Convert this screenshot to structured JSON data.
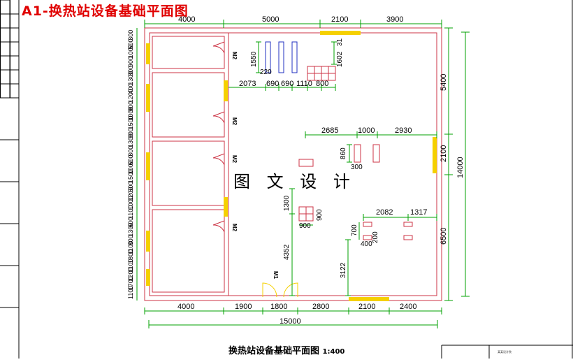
{
  "title_top": "A1-换热站设备基础平面图",
  "title_bottom": "换热站设备基础平面图",
  "scale": "1:400",
  "watermark": "图 文 设 计",
  "stamp_text": "某某设计院",
  "colors": {
    "wall": "#cc3344",
    "dim": "#00a000",
    "window": "#f5d000",
    "text": "#000000",
    "title": "#e00000"
  },
  "door_labels": {
    "m2a": "M2",
    "m2b": "M2",
    "m2c": "M2",
    "m2d": "M2",
    "m1": "M1"
  },
  "dims": {
    "top": [
      "4000",
      "5000",
      "2100",
      "3900"
    ],
    "bottom": [
      "4000",
      "1900",
      "1800",
      "2800",
      "2100",
      "2400"
    ],
    "bottom_total": "15000",
    "right": [
      "5400",
      "2100",
      "6500"
    ],
    "right_total": "14000",
    "left": [
      "300",
      "500",
      "1000",
      "900",
      "800",
      "1300",
      "400",
      "1200",
      "900",
      "1000",
      "1500",
      "900",
      "1300",
      "800",
      "600",
      "1000",
      "1500",
      "600",
      "1200",
      "1000",
      "1100",
      "600",
      "1300",
      "800",
      "1100",
      "1800",
      "1100",
      "1200",
      "1700",
      "1100"
    ],
    "interior": {
      "d1550": "1550",
      "d220": "220",
      "d1602": "1602",
      "d31": "31",
      "d2073": "2073",
      "d690a": "690",
      "d690b": "690",
      "d1110": "1110",
      "d800": "800",
      "d2685": "2685",
      "d1000": "1000",
      "d2930": "2930",
      "d860": "860",
      "d300": "300",
      "d1300": "1300",
      "d900a": "900",
      "d900b": "900",
      "d4352": "4352",
      "d2082": "2082",
      "d1317": "1317",
      "d700": "700",
      "d400": "400",
      "d200": "200",
      "d3122": "3122"
    }
  }
}
